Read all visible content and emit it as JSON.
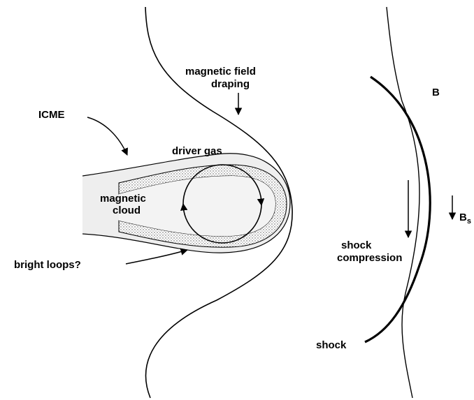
{
  "labels": {
    "icme": "ICME",
    "field_draping_line1": "magnetic field",
    "field_draping_line2": "draping",
    "driver_gas": "driver gas",
    "cloud_line1": "magnetic",
    "cloud_line2": "cloud",
    "bright_loops": "bright loops?",
    "b_field": "B",
    "bs_main": "B",
    "bs_sub": "s",
    "compression_line1": "shock",
    "compression_line2": "compression",
    "shock": "shock"
  },
  "colors": {
    "ink": "#000000",
    "sheath_fill": "#e9e9e9",
    "cloud_fill": "#f3f3f3",
    "stipple": "#555555"
  }
}
